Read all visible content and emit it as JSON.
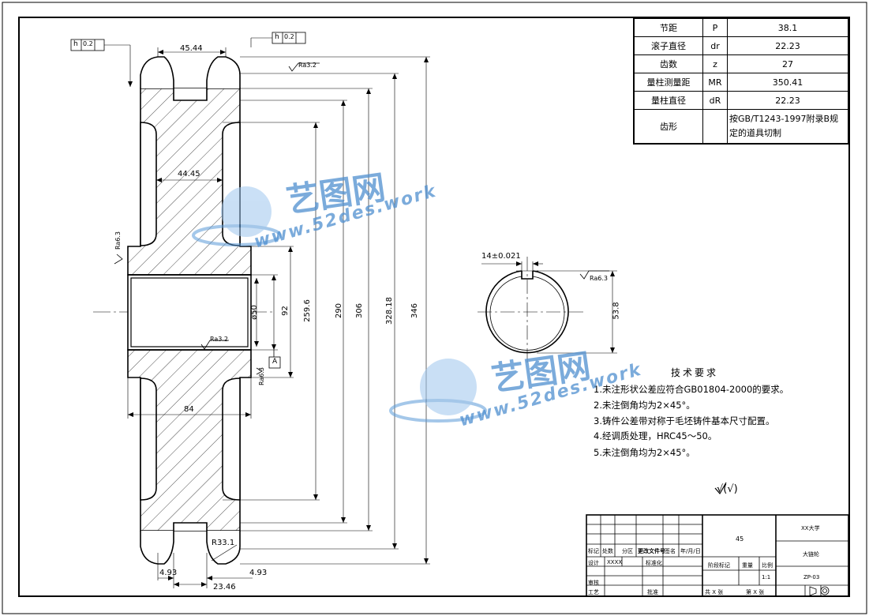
{
  "dims": {
    "d1": "45.44",
    "d2": "44.45",
    "d3": "84",
    "d4": "4.93",
    "d5": "4.93",
    "d6": "23.46",
    "d7": "R33.1",
    "d8": "ø50",
    "d9": "92",
    "d10": "259.6",
    "d11": "290",
    "d12": "306",
    "d13": "328.18",
    "d14": "346",
    "key_width": "14±0.021",
    "key_depth": "53.8",
    "tol_h1": "h",
    "tol_h1_val": "0.2",
    "tol_h2": "h",
    "tol_h2_val": "0.2",
    "datum": "A",
    "ra32": "Ra3.2",
    "ra63": "Ra6.3"
  },
  "params": [
    {
      "name": "节距",
      "sym": "P",
      "val": "38.1"
    },
    {
      "name": "滚子直径",
      "sym": "dr",
      "val": "22.23"
    },
    {
      "name": "齿数",
      "sym": "z",
      "val": "27"
    },
    {
      "name": "量柱测量距",
      "sym": "MR",
      "val": "350.41"
    },
    {
      "name": "量柱直径",
      "sym": "dR",
      "val": "22.23"
    },
    {
      "name": "齿形",
      "sym": "",
      "val": "按GB/T1243-1997附录B规定的道具切制"
    }
  ],
  "notes": {
    "title": "技术要求",
    "items": [
      "1.未注形状公差应符合GB01804-2000的要求。",
      "2.未注倒角均为2×45°。",
      "3.铸件公差带对称于毛坯铸件基本尺寸配置。",
      "4.经调质处理，HRC45～50。",
      "5.未注倒角均为2×45°。"
    ],
    "roughness": "√(√)"
  },
  "watermark": {
    "name": "艺图网",
    "url": "www.52des.work"
  },
  "title_block": {
    "school": "XX大学",
    "material": "45",
    "part": "大链轮",
    "drawing_no": "ZP-03",
    "scale": "1:1",
    "labels": {
      "mark": "标记",
      "count": "处数",
      "zone": "分区",
      "doc": "更改文件号",
      "sign": "签名",
      "date": "年/月/日",
      "design": "设计",
      "design_name": "XXXX",
      "standard": "标准化",
      "stage": "阶段标记",
      "weight": "重量",
      "ratio": "比例",
      "check": "审核",
      "process": "工艺",
      "approve": "批准",
      "sheets": "共 X 张",
      "sheet": "第 X 张"
    }
  }
}
